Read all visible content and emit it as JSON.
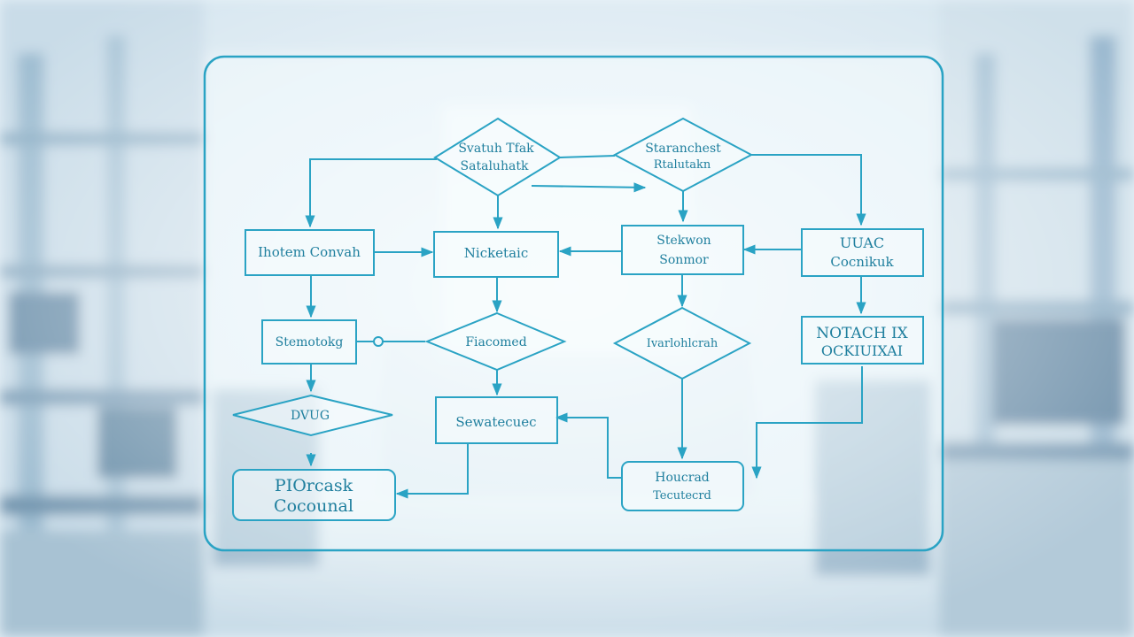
{
  "colors": {
    "line": "#2aa3c4",
    "text": "#1f7f9e",
    "panel_fill": "#eef8fc",
    "background_light": "#e8f2f8",
    "background_mid": "#b9d2e2",
    "background_dark": "#6f93ad"
  },
  "nodes": {
    "top_diamond_1": {
      "line1": "Svatuh Tfak",
      "line2": "Sataluhatk"
    },
    "top_diamond_2": {
      "line1": "Staranchest",
      "line2": "Rtalutakn"
    },
    "box_item_convah": {
      "line1": "Ihotem Convah"
    },
    "box_nicketaic": {
      "line1": "Nicketaic"
    },
    "box_stekwon_sonmor": {
      "line1": "Stekwon",
      "line2": "Sonmor"
    },
    "box_unac_cocniku": {
      "line1": "UUAC",
      "line2": "Cocnikuk"
    },
    "box_stemotokg": {
      "line1": "Stemotokg"
    },
    "mid_diamond_1": {
      "line1": "Fiacomed"
    },
    "mid_diamond_2": {
      "line1": "Ivarlohlcrah"
    },
    "box_notach_ix": {
      "line1": "NOTACH IX",
      "line2": "OCKIUIXAI"
    },
    "diamond_dvug": {
      "line1": "DVUG"
    },
    "box_sewatecuec": {
      "line1": "Sewatecuec"
    },
    "box_plorcask": {
      "line1": "PIOrcask",
      "line2": "Cocounal"
    },
    "box_houcrad": {
      "line1": "Houcrad",
      "line2": "Tecutecrd"
    }
  }
}
